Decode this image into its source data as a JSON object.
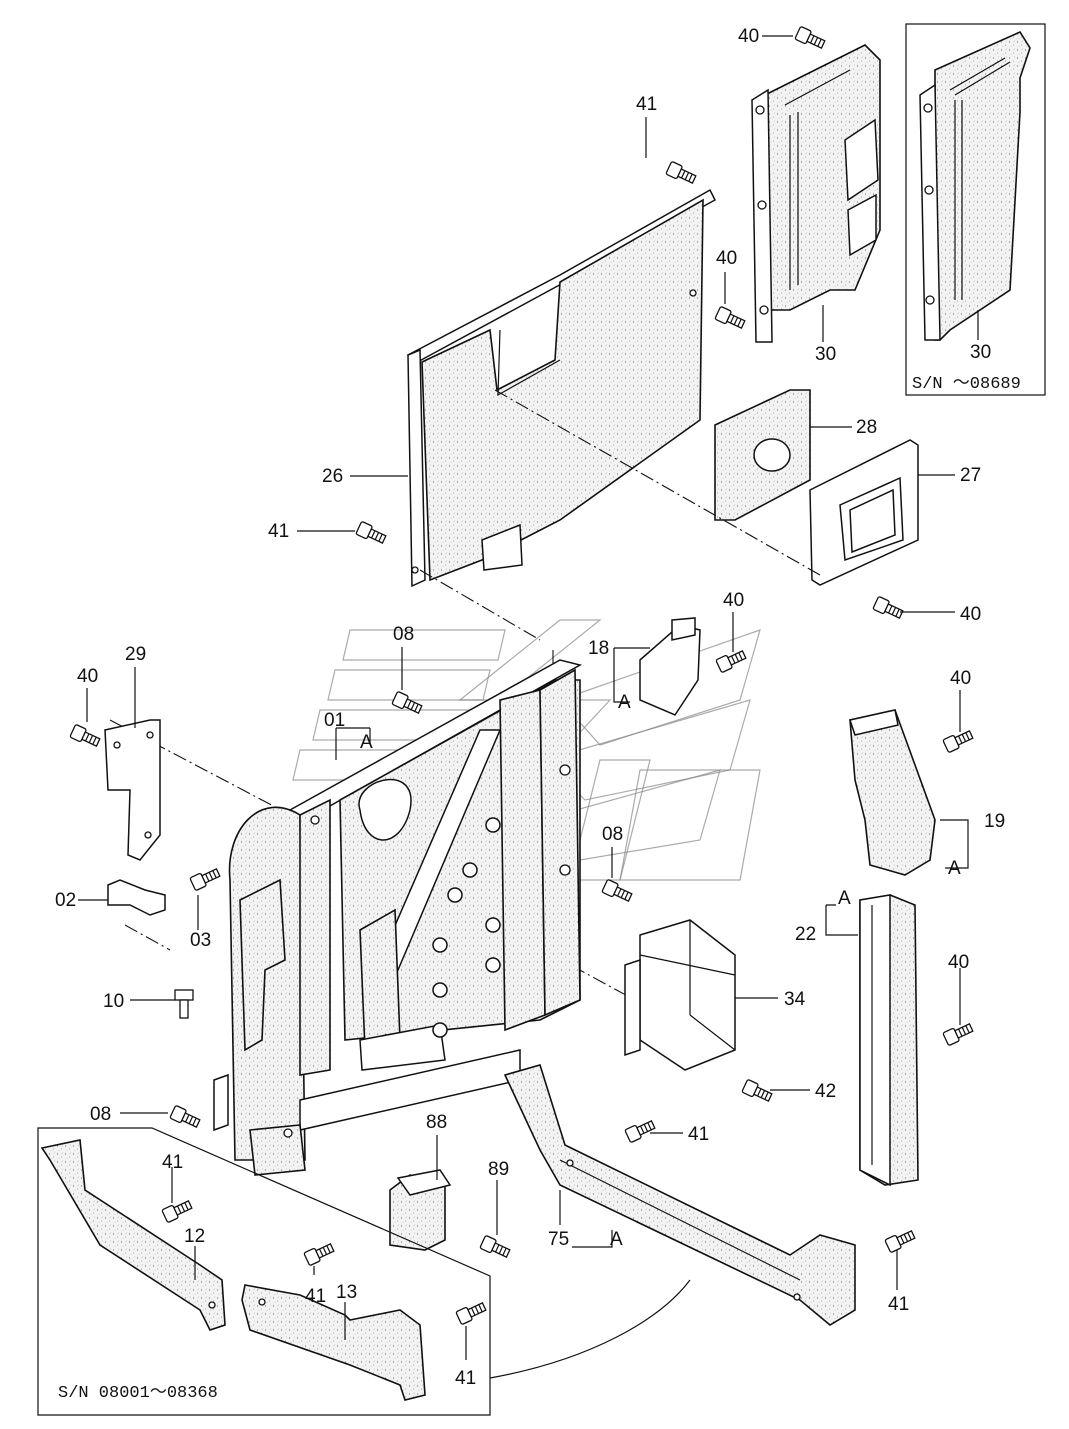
{
  "labels": {
    "p40_top": "40",
    "p41_top": "41",
    "p40_mid": "40",
    "p30": "30",
    "p30_inset": "30",
    "p28": "28",
    "p27": "27",
    "p26": "26",
    "p41_left": "41",
    "p40_right": "40",
    "p08_top": "08",
    "p18": "18",
    "p40_18": "40",
    "pA_18": "A",
    "p29": "29",
    "p40_29": "40",
    "p01": "01",
    "pA_01": "A",
    "p40_19": "40",
    "p19": "19",
    "pA_19": "A",
    "p02": "02",
    "p03": "03",
    "p08_mid": "08",
    "pA_22": "A",
    "p22": "22",
    "p40_22": "40",
    "p10": "10",
    "p34": "34",
    "p42": "42",
    "p08_low": "08",
    "p88": "88",
    "p89": "89",
    "p41_75": "41",
    "p41_12": "41",
    "p12": "12",
    "p75": "75",
    "pA_75": "A",
    "p41_13": "41",
    "p13": "13",
    "p41_13b": "41",
    "p41_br": "41"
  },
  "serial_notes": {
    "inset_30": "S/N  ～08689",
    "inset_bottom": "S/N  08001～08368"
  }
}
